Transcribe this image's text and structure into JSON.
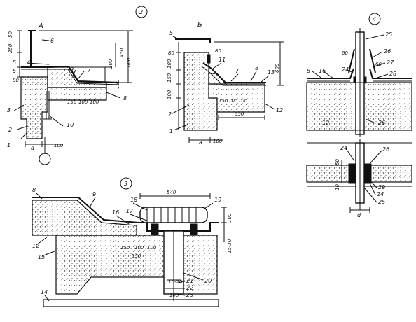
{
  "views": {
    "v2": {
      "circle_label": "2",
      "A": "А",
      "B": "Б"
    },
    "v3": {
      "circle_label": "3"
    },
    "v4": {
      "circle_label": "4"
    }
  },
  "dims": {
    "d50": "50",
    "d250": "250",
    "d450": "450",
    "d600a": "600",
    "d200": "200",
    "d150a": "150",
    "d80a": "80",
    "d80b": "80",
    "d80c": "80",
    "d150b": "150",
    "d100a": "100",
    "d150c": "150",
    "d100b": "100",
    "d600b": "600",
    "d550a": "550",
    "d100c": "100",
    "d100d": "100",
    "d540": "540",
    "d100e": "100",
    "d1530": "15-30",
    "d150d": "150",
    "d100f": "100",
    "d100g": "100",
    "d550b": "550",
    "d1020": "10-20",
    "d100h": "100",
    "d60a": "60",
    "d60b": "60",
    "d50b": "50",
    "d10": "10",
    "a1": "a",
    "a2": "a",
    "d_var": "d"
  },
  "callouts": {
    "c1a": "1",
    "c2a": "2",
    "c3a": "3",
    "c4a": "4",
    "c5a": "5",
    "c5b": "5",
    "c6": "6",
    "c7a": "7",
    "c8a": "8",
    "c9a": "9",
    "c10": "10",
    "c5c": "5",
    "c11": "11",
    "c7b": "7",
    "c8b": "8",
    "c13": "13",
    "c2b": "2",
    "c1b": "1",
    "c12a": "12",
    "c25a": "25",
    "c26a": "26",
    "c27": "27",
    "c28": "28",
    "c24a": "24",
    "c8c": "8",
    "c16a": "16",
    "c12b": "12",
    "c26b": "26",
    "c24b": "24",
    "c26c": "26",
    "c29": "29",
    "c24c": "24",
    "c25b": "25",
    "c8d": "8",
    "c9b": "9",
    "c18": "18",
    "c19": "19",
    "c16b": "16",
    "c17": "17",
    "c12c": "12",
    "c15": "15",
    "c20": "20",
    "c21": "21",
    "c22": "22",
    "c23": "23",
    "c14": "14"
  }
}
